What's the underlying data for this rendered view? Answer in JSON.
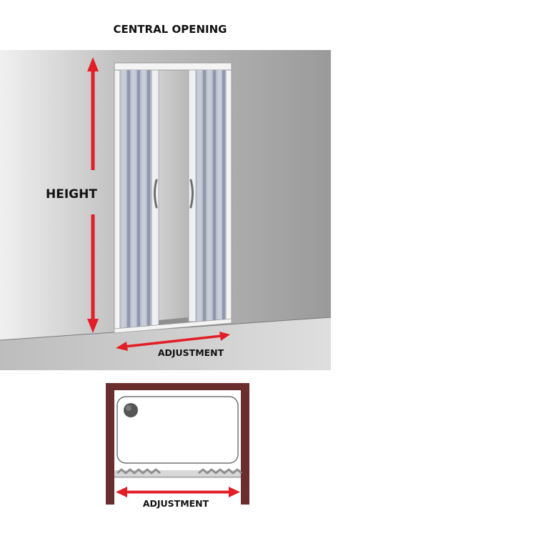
{
  "title": "CENTRAL OPENING",
  "height_label": "HEIGHT",
  "adjustment_label_top": "ADJUSTMENT",
  "adjustment_label_bottom": "ADJUSTMENT",
  "colors": {
    "arrow": "#e21e26",
    "wall_light": "#e6e6e6",
    "wall_dark": "#9e9e9e",
    "floor": "#c9c9c9",
    "door_frame": "#f2f2f2",
    "door_panel": "#a9b0c2",
    "tray_frame": "#6b2e2e",
    "tray": "#ffffff",
    "text": "#111111"
  },
  "icons": [
    "double-arrow-vertical",
    "double-arrow-horizontal",
    "door-handle",
    "drain"
  ]
}
